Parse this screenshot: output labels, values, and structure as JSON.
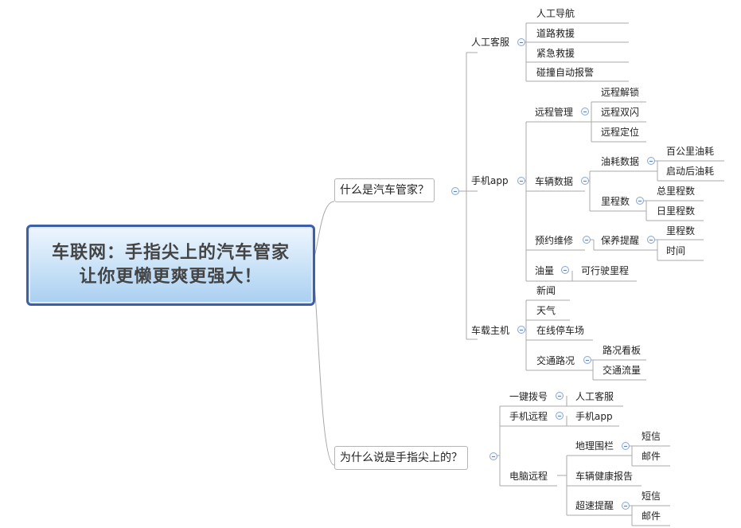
{
  "root": {
    "line1": "车联网：手指尖上的汽车管家",
    "line2": "让你更懒更爽更强大！"
  },
  "b1": {
    "label": "什么是汽车管家？",
    "kefu": {
      "label": "人工客服",
      "items": [
        "人工导航",
        "道路救援",
        "紧急救援",
        "碰撞自动报警"
      ]
    },
    "app": {
      "label": "手机app",
      "remote": {
        "label": "远程管理",
        "items": [
          "远程解锁",
          "远程双闪",
          "远程定位"
        ]
      },
      "vehicle": {
        "label": "车辆数据",
        "fuel": {
          "label": "油耗数据",
          "items": [
            "百公里油耗",
            "启动后油耗"
          ]
        },
        "mileage": {
          "label": "里程数",
          "items": [
            "总里程数",
            "日里程数"
          ]
        }
      },
      "maint": {
        "label": "预约维修",
        "remind": {
          "label": "保养提醒",
          "items": [
            "里程数",
            "时间"
          ]
        }
      },
      "oil": {
        "label": "油量",
        "child": "可行驶里程"
      }
    },
    "head": {
      "label": "车载主机",
      "items": [
        "新闻",
        "天气",
        "在线停车场"
      ],
      "traffic": {
        "label": "交通路况",
        "items": [
          "路况看板",
          "交通流量"
        ]
      }
    }
  },
  "b2": {
    "label": "为什么说是手指尖上的？",
    "dial": {
      "label": "一键拨号",
      "child": "人工客服"
    },
    "phone": {
      "label": "手机远程",
      "child": "手机app"
    },
    "pc": {
      "label": "电脑远程",
      "fence": {
        "label": "地理围栏",
        "items": [
          "短信",
          "邮件"
        ]
      },
      "report": "车辆健康报告",
      "speed": {
        "label": "超速提醒",
        "items": [
          "短信",
          "邮件"
        ]
      }
    }
  }
}
